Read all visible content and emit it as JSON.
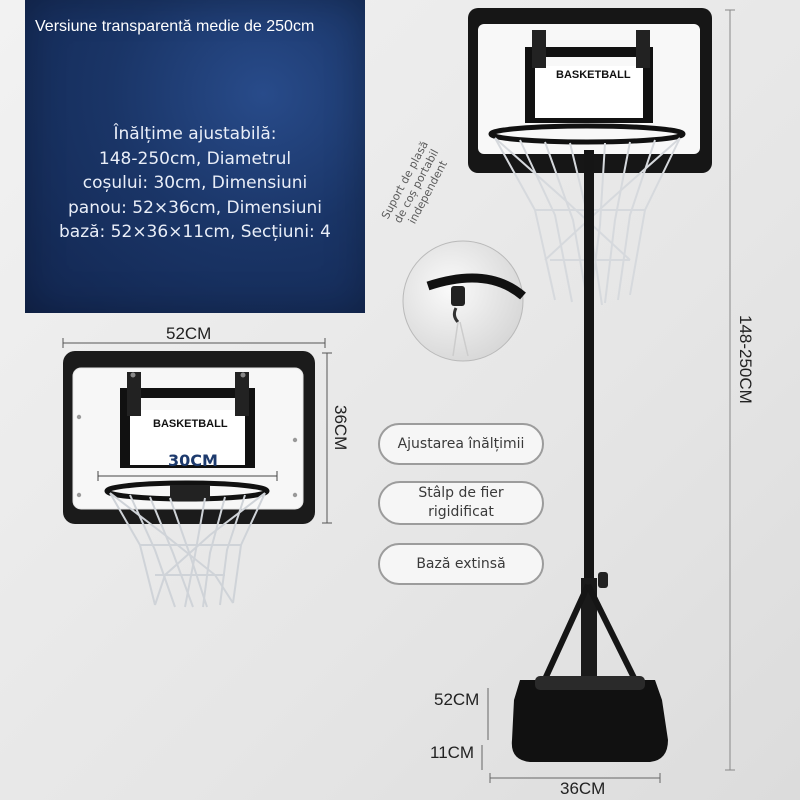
{
  "info_panel": {
    "title": "Versiune transparentă medie de 250cm",
    "spec_lines": [
      "Înălțime ajustabilă:",
      "148-250cm, Diametrul",
      "coșului: 30cm, Dimensiuni",
      "panou: 52×36cm, Dimensiuni",
      "bază: 52×36×11cm, Secțiuni: 4"
    ]
  },
  "backboard_detail": {
    "width_label": "52CM",
    "height_label": "36CM",
    "rim_label": "30CM",
    "brand_text": "BASKETBALL"
  },
  "full_stand": {
    "brand_text": "BASKETBALL",
    "height_label": "148-250CM",
    "net_support_callout": [
      "Suport de plasă",
      "de coș portabil",
      "independent"
    ],
    "base_length_label": "52CM",
    "base_height_label": "11CM",
    "base_width_label": "36CM"
  },
  "features": [
    "Ajustarea înălțimii",
    "Stâlp de fier rigidificat",
    "Bază extinsă"
  ],
  "colors": {
    "panel_blue": "#1a3567",
    "stand_black": "#111111",
    "pill_border": "#9c9c9c"
  }
}
